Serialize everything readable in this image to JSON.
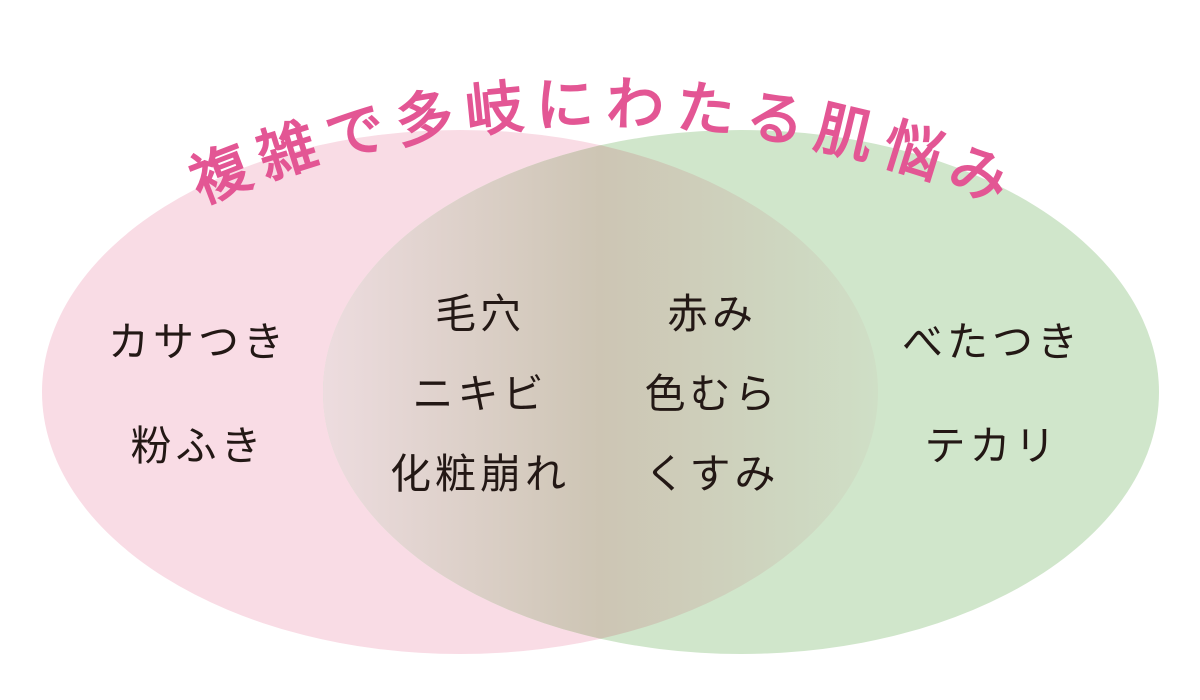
{
  "title": {
    "text": "複雑で多岐にわたる肌悩み",
    "chars": [
      "複",
      "雑",
      "で",
      "多",
      "岐",
      "に",
      "わ",
      "た",
      "る",
      "肌",
      "悩",
      "み"
    ],
    "color": "#e35694"
  },
  "sets": {
    "left": {
      "color": "#f9dce5",
      "items": [
        "カサつき",
        "粉ふき"
      ]
    },
    "right": {
      "color": "#d0e6cb",
      "items": [
        "べたつき",
        "テカリ"
      ]
    },
    "overlap": {
      "color_left": "#e8d6d8",
      "color_mid": "#cdc5b4",
      "color_right": "#cddabf",
      "col1": [
        "毛穴",
        "ニキビ",
        "化粧崩れ"
      ],
      "col2": [
        "赤み",
        "色むら",
        "くすみ"
      ]
    }
  },
  "text_color": "#231815"
}
